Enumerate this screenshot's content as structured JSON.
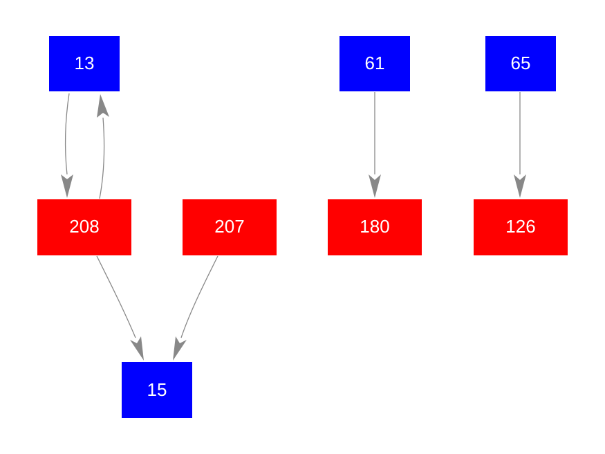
{
  "colors": {
    "blue_node": "#0000ff",
    "red_node": "#ff0000",
    "edge": "#888888",
    "label": "#ffffff",
    "background": "#ffffff"
  },
  "nodes": [
    {
      "id": "n13",
      "label": "13",
      "color": "blue"
    },
    {
      "id": "n61",
      "label": "61",
      "color": "blue"
    },
    {
      "id": "n65",
      "label": "65",
      "color": "blue"
    },
    {
      "id": "n208",
      "label": "208",
      "color": "red"
    },
    {
      "id": "n207",
      "label": "207",
      "color": "red"
    },
    {
      "id": "n180",
      "label": "180",
      "color": "red"
    },
    {
      "id": "n126",
      "label": "126",
      "color": "red"
    },
    {
      "id": "n15",
      "label": "15",
      "color": "blue"
    }
  ],
  "edges": [
    {
      "from": "13",
      "to": "208"
    },
    {
      "from": "208",
      "to": "13"
    },
    {
      "from": "61",
      "to": "180"
    },
    {
      "from": "65",
      "to": "126"
    },
    {
      "from": "208",
      "to": "15"
    },
    {
      "from": "207",
      "to": "15"
    }
  ]
}
